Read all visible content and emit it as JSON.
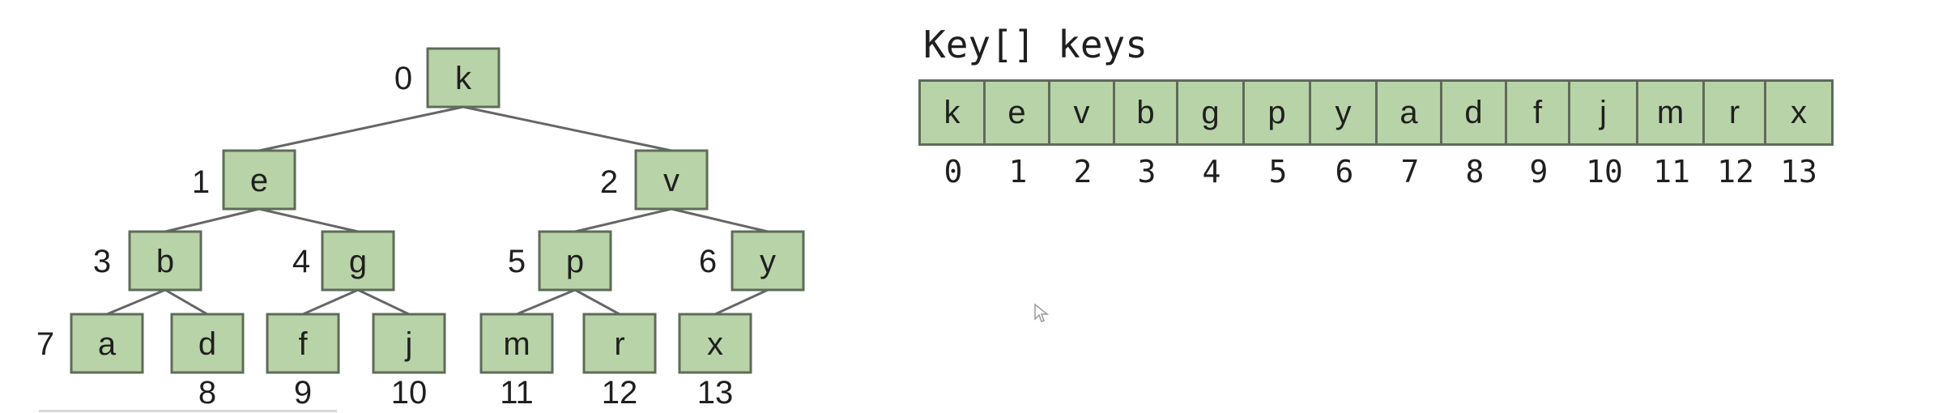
{
  "tree": {
    "nodes": [
      {
        "key": "k",
        "index": "0"
      },
      {
        "key": "e",
        "index": "1"
      },
      {
        "key": "v",
        "index": "2"
      },
      {
        "key": "b",
        "index": "3"
      },
      {
        "key": "g",
        "index": "4"
      },
      {
        "key": "p",
        "index": "5"
      },
      {
        "key": "y",
        "index": "6"
      },
      {
        "key": "a",
        "index": "7"
      },
      {
        "key": "d",
        "index": "8"
      },
      {
        "key": "f",
        "index": "9"
      },
      {
        "key": "j",
        "index": "10"
      },
      {
        "key": "m",
        "index": "11"
      },
      {
        "key": "r",
        "index": "12"
      },
      {
        "key": "x",
        "index": "13"
      }
    ]
  },
  "array": {
    "title": "Key[] keys",
    "cells": [
      "k",
      "e",
      "v",
      "b",
      "g",
      "p",
      "y",
      "a",
      "d",
      "f",
      "j",
      "m",
      "r",
      "x"
    ],
    "indices": [
      "0",
      "1",
      "2",
      "3",
      "4",
      "5",
      "6",
      "7",
      "8",
      "9",
      "10",
      "11",
      "12",
      "13"
    ]
  },
  "colors": {
    "node_fill": "#b9d3a8",
    "node_border": "#5f6b5a",
    "edge": "#666666",
    "text": "#1f1f1f"
  }
}
